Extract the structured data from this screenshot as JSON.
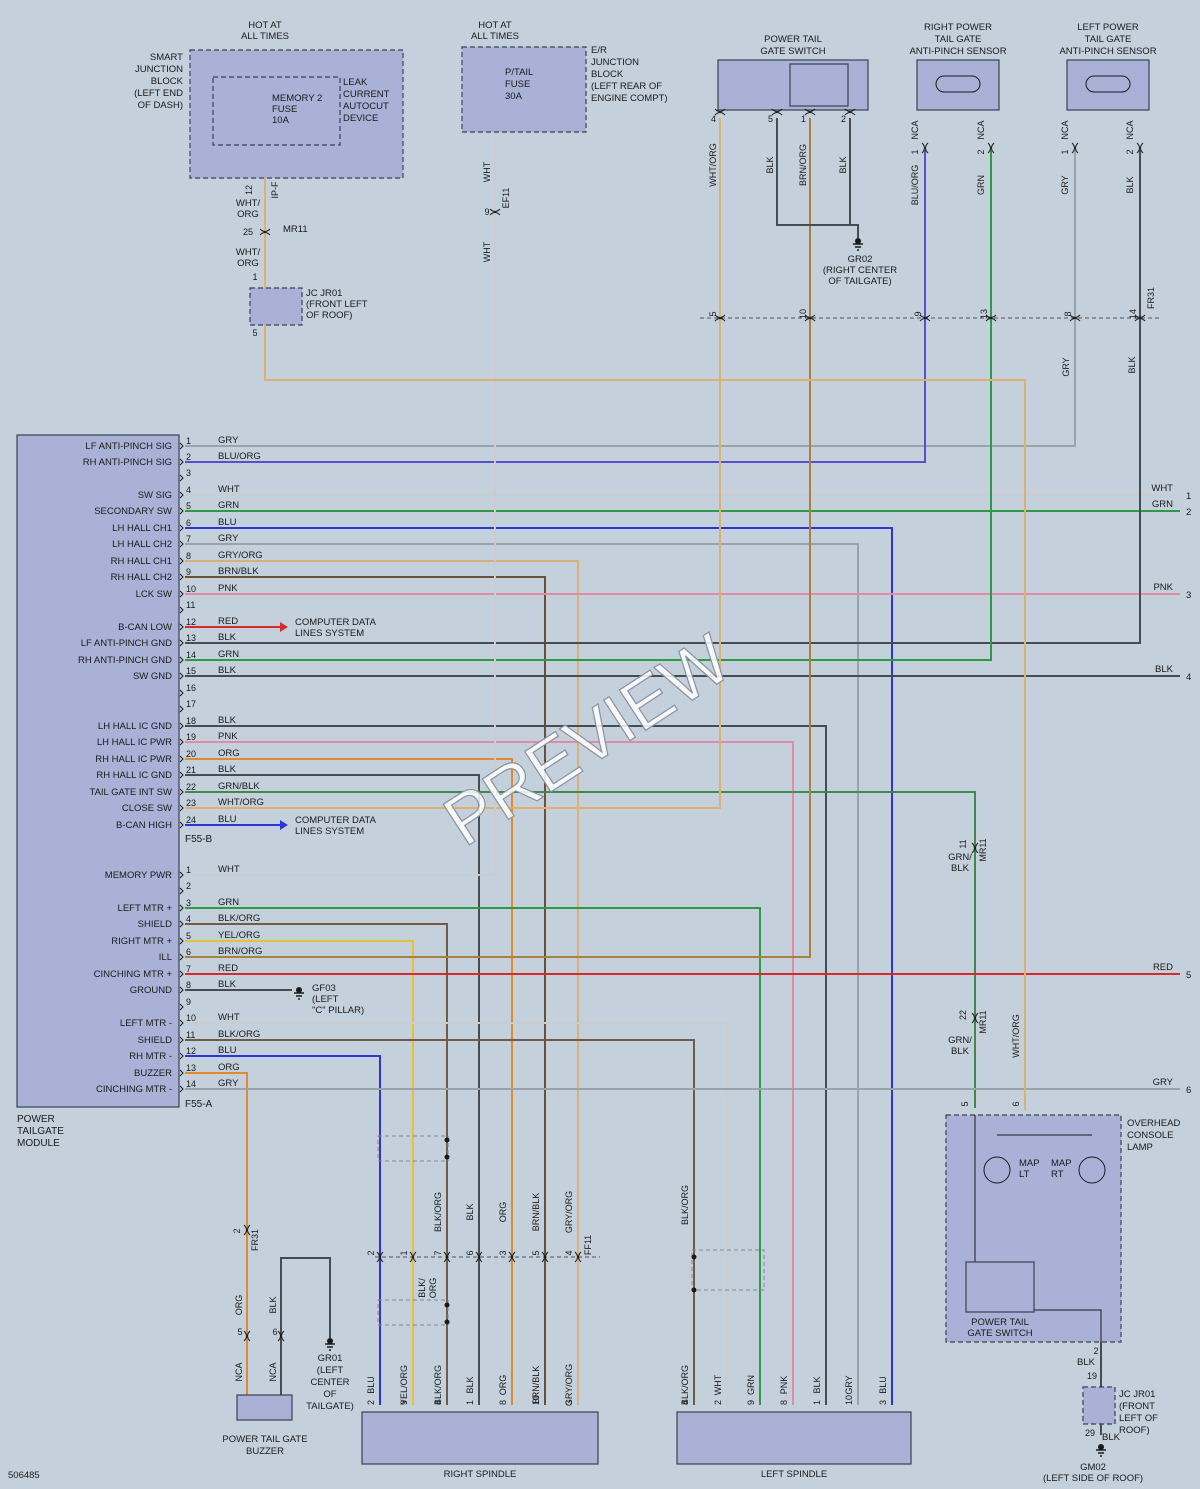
{
  "doc_id": "506485",
  "watermark": "PREVIEW",
  "colors": {
    "WHT": "#c9ccd0",
    "GRN": "#2f9a45",
    "BLU": "#2b36d8",
    "GRY": "#9aa2aa",
    "BRN/BLK": "#6b5038",
    "PNK": "#e28aa6",
    "RED": "#d62a2a",
    "BLK": "#474b52",
    "ORG": "#e08a2c",
    "YEL/ORG": "#e6c232",
    "WHT/ORG": "#e0b070",
    "BLU/ORG": "#5a4fc8",
    "GRY/ORG": "#d8b07a",
    "BRN/ORG": "#a88040",
    "GRN/BLK": "#3f8a4a",
    "BLK/ORG": "#705a48"
  },
  "top": {
    "sjb_hot": "HOT AT\nALL TIMES",
    "sjb_name": "SMART\nJUNCTION\nBLOCK\n(LEFT END\nOF DASH)",
    "mem_fuse": "MEMORY 2\nFUSE\n10A",
    "leak": "LEAK\nCURRENT\nAUTOCUT\nDEVICE",
    "sjb_pin": "12",
    "sjb_conn": "IP-F",
    "wire_a": "WHT/\nORG",
    "mr_pin": "25",
    "mr_conn": "MR11",
    "wire_b": "WHT/\nORG",
    "jc_pin_top": "1",
    "jc_pin_bot": "5",
    "jc_name": "JC JR01\n(FRONT LEFT\nOF ROOF)",
    "er_hot": "HOT AT\nALL TIMES",
    "er_fuse": "P/TAIL\nFUSE\n30A",
    "er_name": "E/R\nJUNCTION\nBLOCK\n(LEFT REAR OF\nENGINE COMPT)",
    "er_w1": "WHT",
    "er_pin": "9",
    "er_conn": "EF11",
    "er_w2": "WHT",
    "ptgs_name": "POWER TAIL\nGATE SWITCH",
    "ptgs_pins": [
      "4",
      "5",
      "1",
      "2"
    ],
    "ptgs_wires": [
      "WHT/ORG",
      "BLK",
      "BRN/ORG",
      "BLK"
    ],
    "gr02": "GR02\n(RIGHT CENTER\nOF TAILGATE)",
    "rsens_name": "RIGHT POWER\nTAIL GATE\nANTI-PINCH SENSOR",
    "lsens_name": "LEFT POWER\nTAIL GATE\nANTI-PINCH SENSOR",
    "sens_nca": "NCA",
    "sens_pins": [
      "1",
      "2",
      "1",
      "2"
    ],
    "sens_wires": [
      "BLU/ORG",
      "GRN",
      "GRY",
      "BLK"
    ],
    "fr_pins": [
      "5",
      "10",
      "9",
      "13",
      "8",
      "14"
    ],
    "fr_conn": "FR31",
    "fr_wires_below": [
      "GRY",
      "BLK"
    ]
  },
  "module": {
    "name": "POWER\nTAILGATE\nMODULE",
    "connB": "F55-B",
    "connA": "F55-A",
    "b_pins": [
      {
        "n": "1",
        "sig": "LF ANTI-PINCH SIG",
        "wire": "GRY"
      },
      {
        "n": "2",
        "sig": "RH ANTI-PINCH SIG",
        "wire": "BLU/ORG"
      },
      {
        "n": "3",
        "sig": "",
        "wire": ""
      },
      {
        "n": "4",
        "sig": "SW SIG",
        "wire": "WHT"
      },
      {
        "n": "5",
        "sig": "SECONDARY SW",
        "wire": "GRN"
      },
      {
        "n": "6",
        "sig": "LH HALL CH1",
        "wire": "BLU"
      },
      {
        "n": "7",
        "sig": "LH HALL CH2",
        "wire": "GRY"
      },
      {
        "n": "8",
        "sig": "RH HALL CH1",
        "wire": "GRY/ORG"
      },
      {
        "n": "9",
        "sig": "RH HALL CH2",
        "wire": "BRN/BLK"
      },
      {
        "n": "10",
        "sig": "LCK SW",
        "wire": "PNK"
      },
      {
        "n": "11",
        "sig": "",
        "wire": ""
      },
      {
        "n": "12",
        "sig": "B-CAN LOW",
        "wire": "RED"
      },
      {
        "n": "13",
        "sig": "LF ANTI-PINCH GND",
        "wire": "BLK"
      },
      {
        "n": "14",
        "sig": "RH ANTI-PINCH GND",
        "wire": "GRN"
      },
      {
        "n": "15",
        "sig": "SW GND",
        "wire": "BLK"
      },
      {
        "n": "16",
        "sig": "",
        "wire": ""
      },
      {
        "n": "17",
        "sig": "",
        "wire": ""
      },
      {
        "n": "18",
        "sig": "LH HALL IC GND",
        "wire": "BLK"
      },
      {
        "n": "19",
        "sig": "LH HALL IC PWR",
        "wire": "PNK"
      },
      {
        "n": "20",
        "sig": "RH HALL IC PWR",
        "wire": "ORG"
      },
      {
        "n": "21",
        "sig": "RH HALL IC GND",
        "wire": "BLK"
      },
      {
        "n": "22",
        "sig": "TAIL GATE INT SW",
        "wire": "GRN/BLK"
      },
      {
        "n": "23",
        "sig": "CLOSE SW",
        "wire": "WHT/ORG"
      },
      {
        "n": "24",
        "sig": "B-CAN HIGH",
        "wire": "BLU"
      }
    ],
    "a_pins": [
      {
        "n": "1",
        "sig": "MEMORY PWR",
        "wire": "WHT"
      },
      {
        "n": "2",
        "sig": "",
        "wire": ""
      },
      {
        "n": "3",
        "sig": "LEFT MTR +",
        "wire": "GRN"
      },
      {
        "n": "4",
        "sig": "SHIELD",
        "wire": "BLK/ORG"
      },
      {
        "n": "5",
        "sig": "RIGHT MTR +",
        "wire": "YEL/ORG"
      },
      {
        "n": "6",
        "sig": "ILL",
        "wire": "BRN/ORG"
      },
      {
        "n": "7",
        "sig": "CINCHING MTR +",
        "wire": "RED"
      },
      {
        "n": "8",
        "sig": "GROUND",
        "wire": "BLK"
      },
      {
        "n": "9",
        "sig": "",
        "wire": ""
      },
      {
        "n": "10",
        "sig": "LEFT MTR -",
        "wire": "WHT"
      },
      {
        "n": "11",
        "sig": "SHIELD",
        "wire": "BLK/ORG"
      },
      {
        "n": "12",
        "sig": "RH MTR -",
        "wire": "BLU"
      },
      {
        "n": "13",
        "sig": "BUZZER",
        "wire": "ORG"
      },
      {
        "n": "14",
        "sig": "CINCHING MTR -",
        "wire": "GRY"
      }
    ],
    "can_dest": "COMPUTER DATA\nLINES SYSTEM",
    "gf03": "GF03\n(LEFT\n\"C\" PILLAR)"
  },
  "right_edge": [
    {
      "wire": "WHT",
      "n": "1"
    },
    {
      "wire": "GRN",
      "n": "2"
    },
    {
      "wire": "PNK",
      "n": "3"
    },
    {
      "wire": "BLK",
      "n": "4"
    },
    {
      "wire": "RED",
      "n": "5"
    },
    {
      "wire": "GRY",
      "n": "6"
    }
  ],
  "mr11_mid": {
    "pin": "11",
    "conn": "MR11",
    "wire": "GRN/\nBLK"
  },
  "mr11_low": {
    "pin": "22",
    "conn": "MR11",
    "wire": "GRN/\nBLK",
    "wire2": "WHT/ORG"
  },
  "console": {
    "name": "OVERHEAD\nCONSOLE\nLAMP",
    "pins": [
      "5",
      "6"
    ],
    "map_lt": "MAP\nLT",
    "map_rt": "MAP\nRT",
    "ptgs": "POWER TAIL\nGATE SWITCH",
    "out_pin": "2",
    "out_wire": "BLK",
    "jc_pin": "19",
    "jc_name": "JC JR01\n(FRONT\nLEFT OF\nROOF)",
    "jc_pin2": "29",
    "jc_wire2": "BLK",
    "gm02": "GM02\n(LEFT SIDE OF ROOF)"
  },
  "buzzer": {
    "name": "POWER TAIL GATE\nBUZZER",
    "fr_pin": "2",
    "fr_conn": "FR31",
    "wires": [
      "ORG",
      "BLK"
    ],
    "pins": [
      "5",
      "6"
    ],
    "nca": "NCA",
    "gr01": "GR01\n(LEFT\nCENTER\nOF\nTAILGATE)"
  },
  "right_spindle": {
    "name": "RIGHT SPINDLE",
    "upper_wires": [
      "BLK/ORG",
      "BLK",
      "ORG",
      "BRN/BLK",
      "GRY/ORG"
    ],
    "conn_pins": [
      "2",
      "1",
      "7",
      "6",
      "3",
      "5",
      "4"
    ],
    "conn": "FF11",
    "mid_wire": "BLK/\nORG",
    "bottom": [
      {
        "n": "2",
        "w": "BLU"
      },
      {
        "n": "9",
        "w": "YEL/ORG"
      },
      {
        "n": "4",
        "w": "BLK/ORG"
      },
      {
        "n": "1",
        "w": "BLK"
      },
      {
        "n": "8",
        "w": "ORG"
      },
      {
        "n": "10",
        "w": "BRN/BLK"
      },
      {
        "n": "3",
        "w": "GRY/ORG"
      }
    ]
  },
  "left_spindle": {
    "name": "LEFT SPINDLE",
    "upper_wire": "BLK/ORG",
    "bottom": [
      {
        "n": "4",
        "w": "BLK/ORG"
      },
      {
        "n": "2",
        "w": "WHT"
      },
      {
        "n": "9",
        "w": "GRN"
      },
      {
        "n": "8",
        "w": "PNK"
      },
      {
        "n": "1",
        "w": "BLK"
      },
      {
        "n": "10",
        "w": "GRY"
      },
      {
        "n": "3",
        "w": "BLU"
      }
    ]
  }
}
